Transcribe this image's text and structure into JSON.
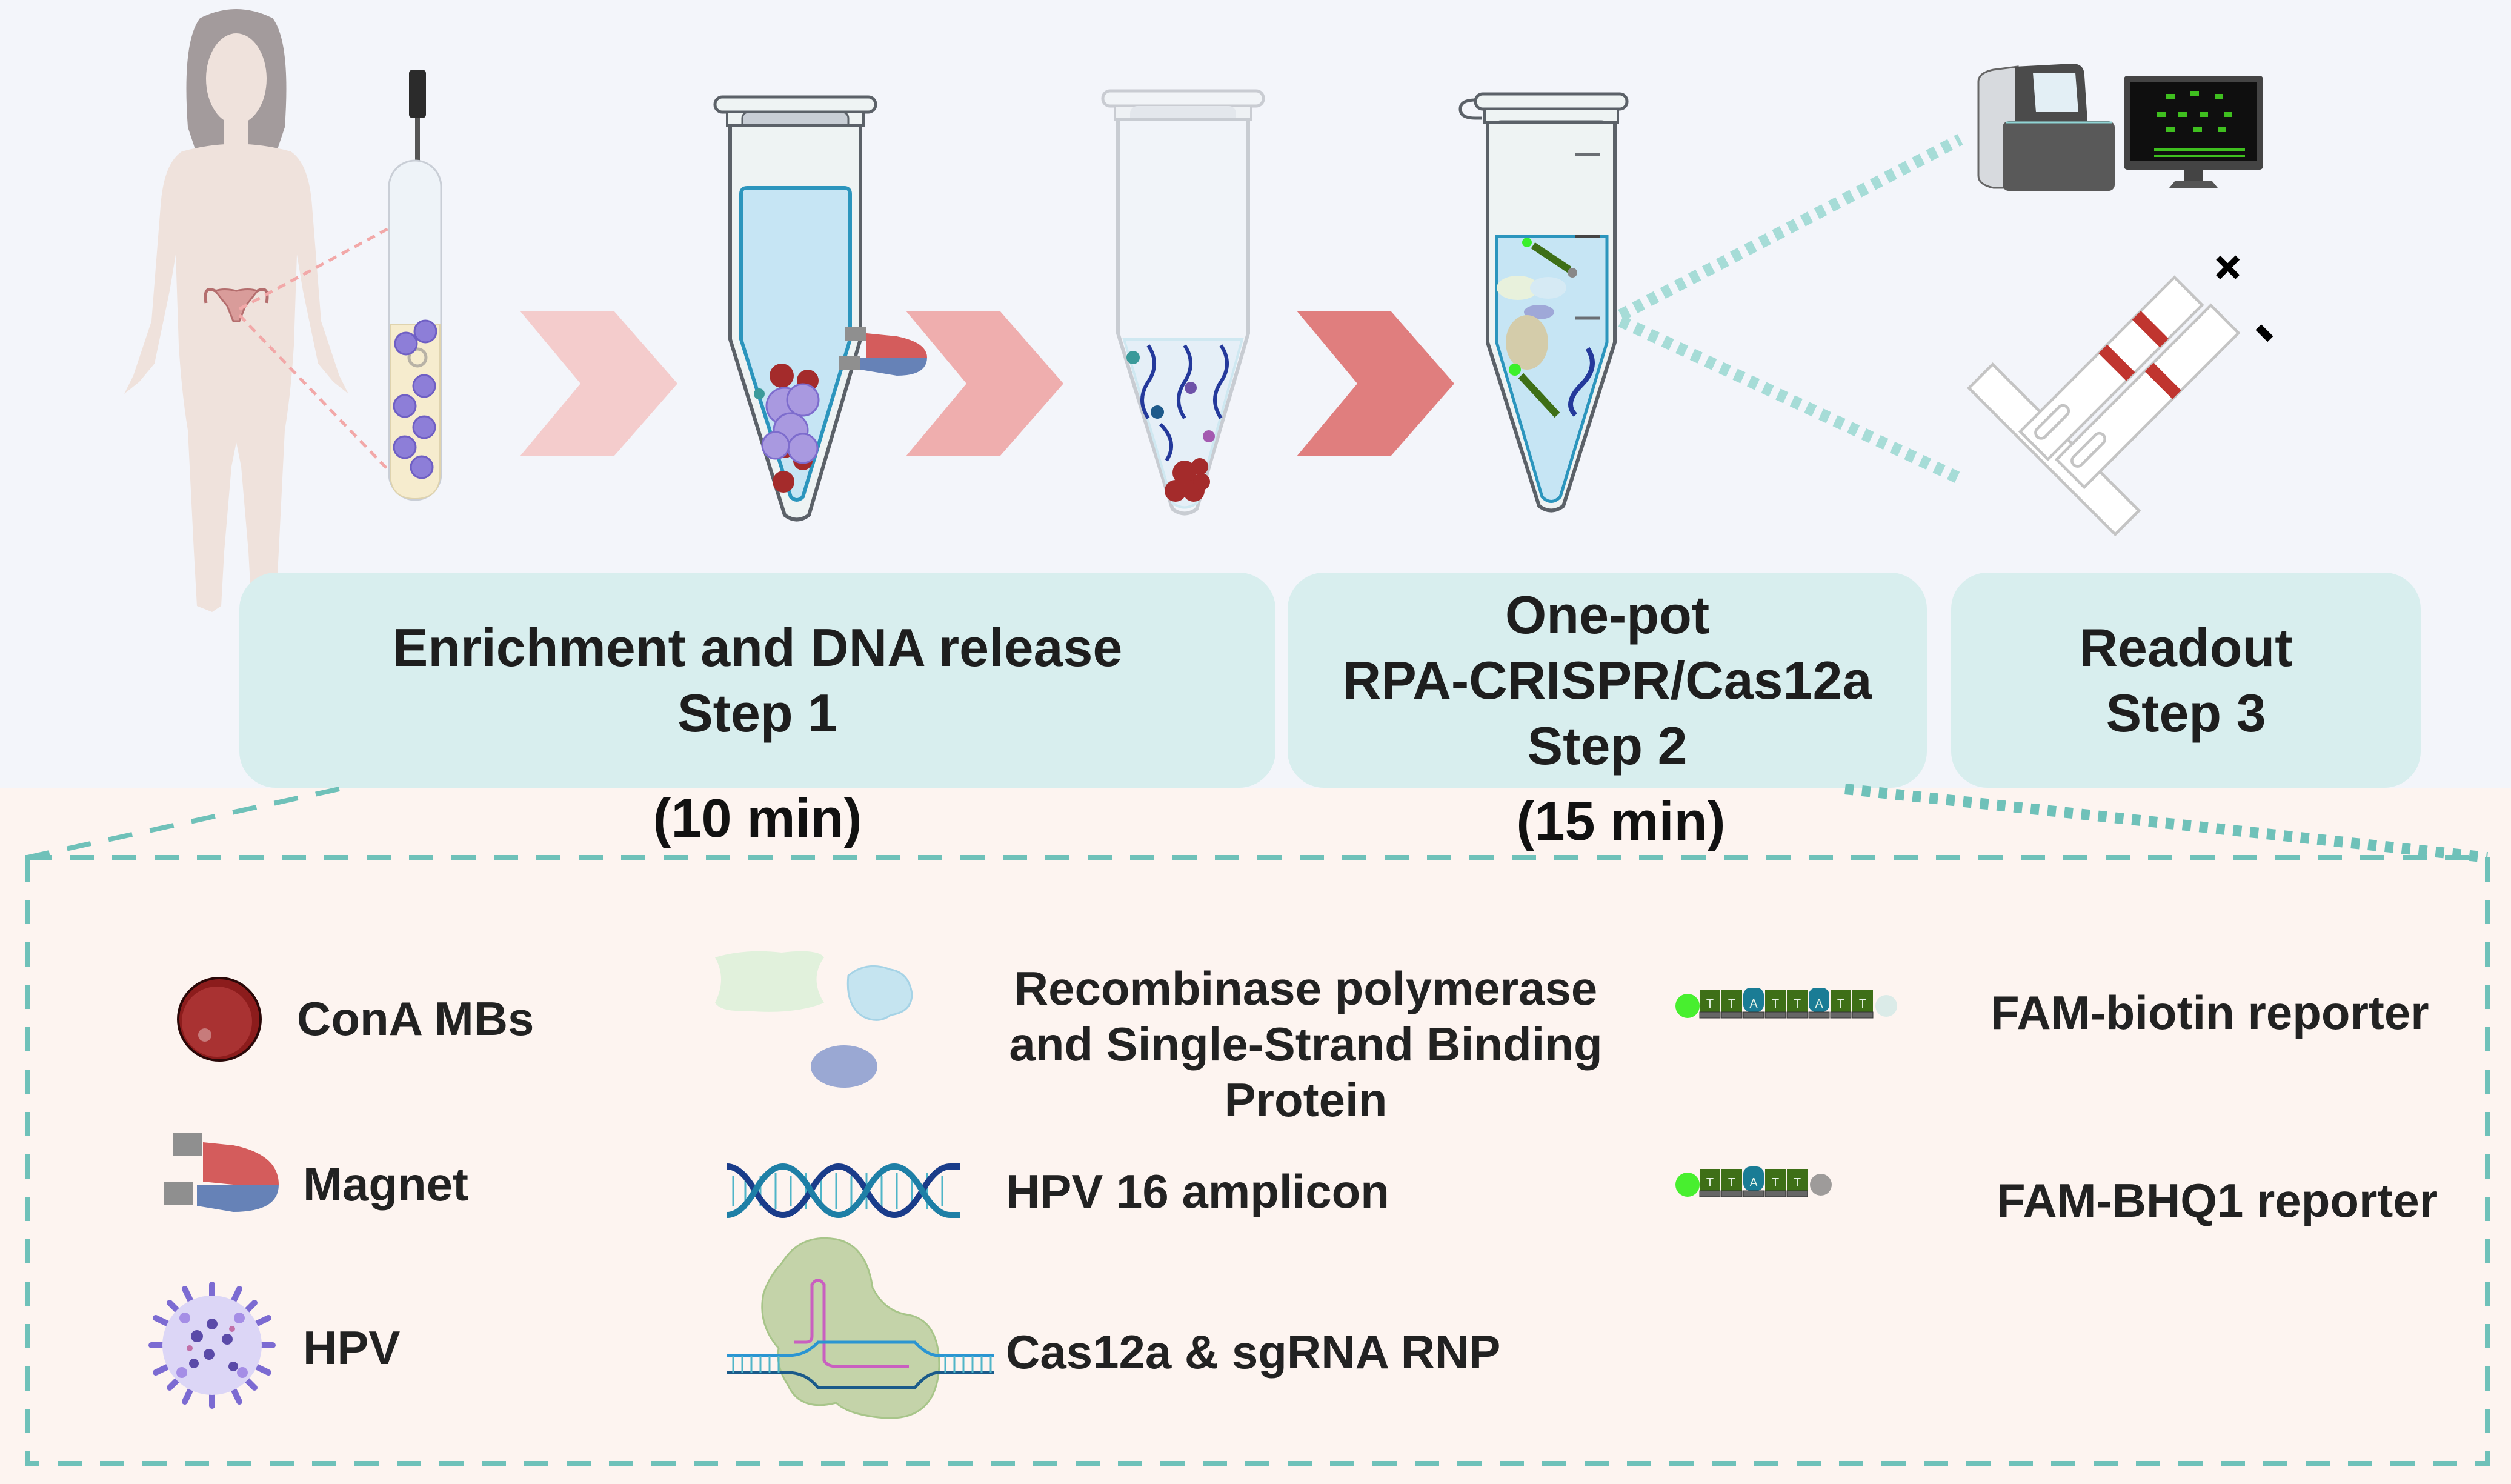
{
  "figure": {
    "title": "Workflow for HPV detection with ConA magnetic bead enrichment and one-pot RPA-CRISPR/Cas12a",
    "colors": {
      "top_background": "#f3f5fa",
      "bottom_background": "#fdf4f0",
      "step_box": "#d8eeee",
      "dashed_line": "#6fc1b9",
      "arrow_light": "#f4cccc",
      "arrow_medium": "#efaeae",
      "arrow_dark": "#e07e7e",
      "test_line": "#c0352f"
    }
  },
  "steps": [
    {
      "title": "Enrichment and DNA release",
      "step": "Step 1",
      "duration": "(10 min)"
    },
    {
      "title_line1": "One-pot",
      "title_line2": "RPA-CRISPR/Cas12a",
      "step": "Step 2",
      "duration": "(15 min)"
    },
    {
      "title": "Readout",
      "step": "Step 3"
    }
  ],
  "readout": {
    "positive_symbol": "+",
    "negative_symbol": "-"
  },
  "legend": {
    "items": [
      {
        "icon": "bead-icon",
        "label": "ConA MBs"
      },
      {
        "icon": "magnet-icon",
        "label": "Magnet"
      },
      {
        "icon": "virus-icon",
        "label": "HPV"
      },
      {
        "icon": "protein-icon",
        "label_lines": [
          "Recombinase polymerase",
          "and Single-Strand Binding",
          "Protein"
        ]
      },
      {
        "icon": "dna-helix-icon",
        "label": "HPV 16 amplicon"
      },
      {
        "icon": "cas12a-rnp-icon",
        "label": "Cas12a & sgRNA RNP"
      },
      {
        "icon": "fam-biotin-reporter-icon",
        "label": "FAM-biotin reporter",
        "sequence": [
          "T",
          "T",
          "A",
          "T",
          "T",
          "A",
          "T",
          "T"
        ]
      },
      {
        "icon": "fam-bhq1-reporter-icon",
        "label": "FAM-BHQ1 reporter",
        "sequence": [
          "T",
          "T",
          "A",
          "T",
          "T"
        ]
      }
    ]
  }
}
